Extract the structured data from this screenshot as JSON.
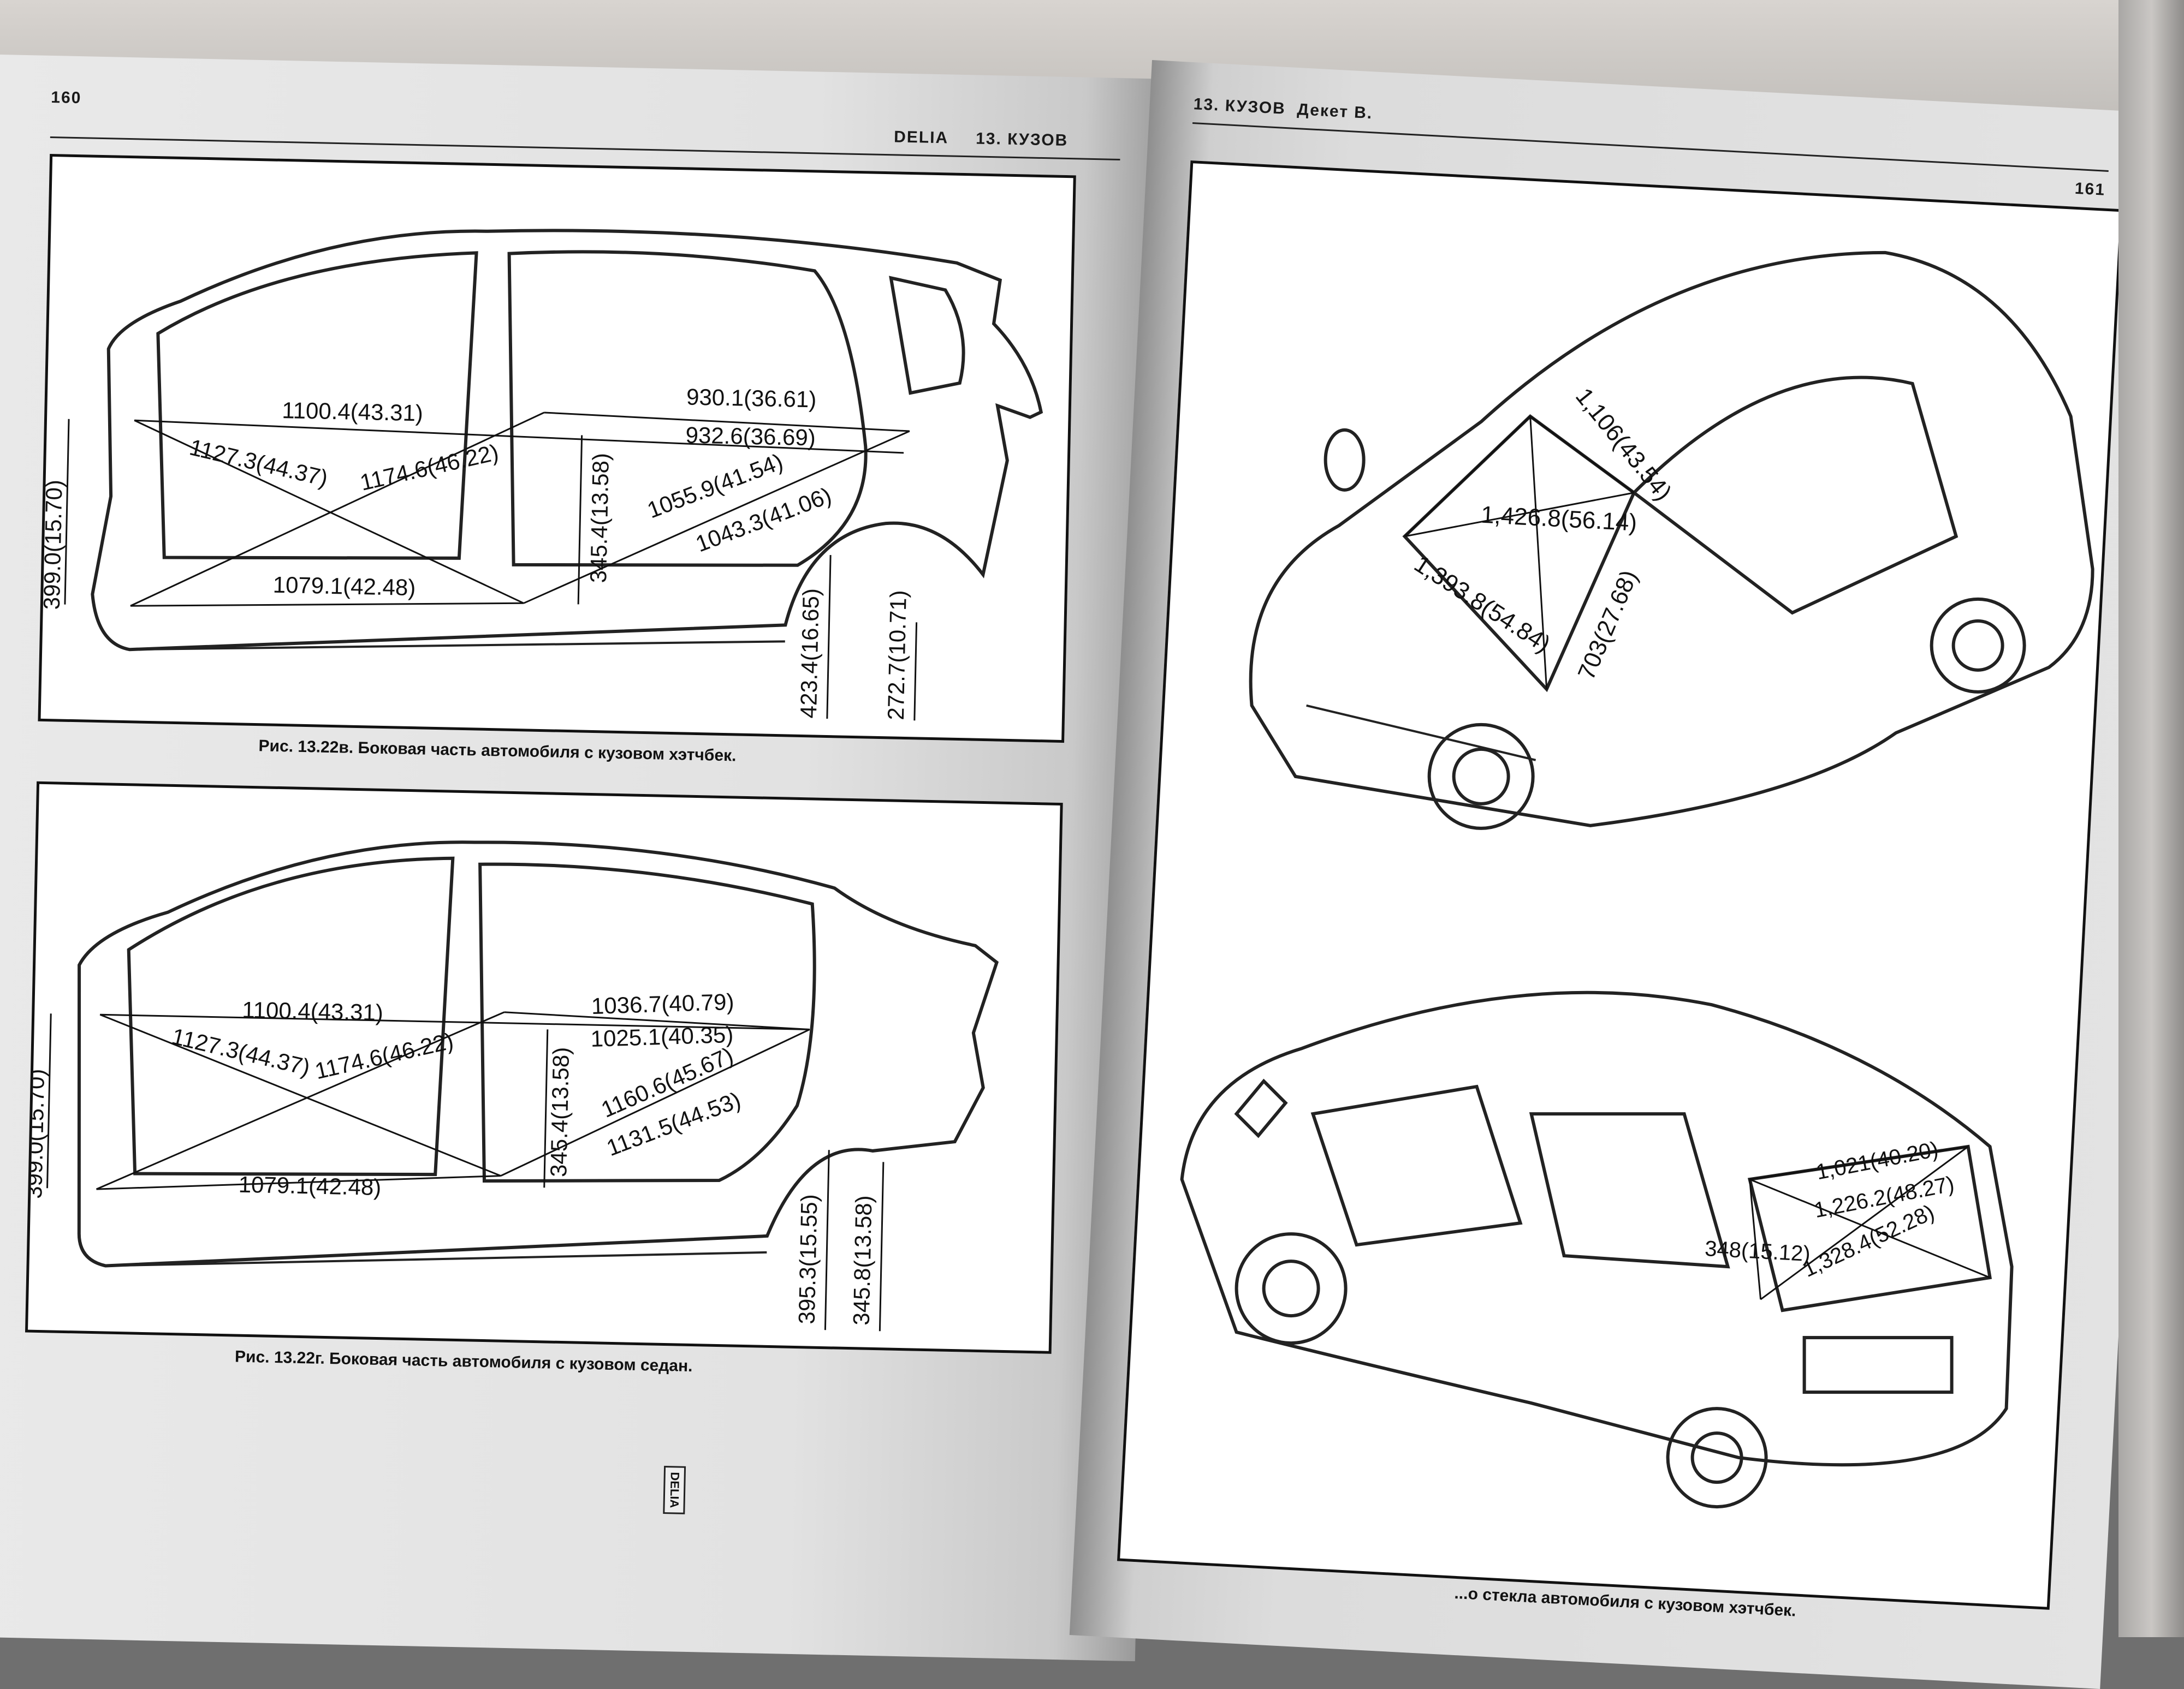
{
  "left_page": {
    "page_number": "160",
    "header_brand": "DELIA",
    "header_chapter": "13. КУЗОВ",
    "tab_label": "DELIA",
    "figure_hatchback": {
      "caption": "Рис. 13.22в. Боковая часть автомобиля с кузовом хэтчбек.",
      "dims": [
        "930.1(36.61)",
        "1100.4(43.31)",
        "932.6(36.69)",
        "1127.3(44.37)",
        "1174.6(46.22)",
        "345.4(13.58)",
        "1055.9(41.54)",
        "1043.3(41.06)",
        "399.0(15.70)",
        "1079.1(42.48)",
        "423.4(16.65)",
        "272.7(10.71)"
      ]
    },
    "figure_sedan": {
      "caption": "Рис. 13.22г. Боковая часть автомобиля с кузовом седан.",
      "dims": [
        "1100.4(43.31)",
        "1036.7(40.79)",
        "1025.1(40.35)",
        "1127.3(44.37)",
        "1174.6(46.22)",
        "345.4(13.58)",
        "1160.6(45.67)",
        "1131.5(44.53)",
        "399.0(15.70)",
        "1079.1(42.48)",
        "395.3(15.55)",
        "345.8(13.58)"
      ]
    }
  },
  "right_page": {
    "page_number": "161",
    "header_chapter": "13. КУЗОВ",
    "header_brand": "Декет В.",
    "figure_front": {
      "dims": [
        "1,106(43.54)",
        "1,426.8(56.14)",
        "1,393.8(54.84)",
        "703(27.68)"
      ]
    },
    "figure_rear": {
      "dims": [
        "1,021(40.20)",
        "1,226.2(48.27)",
        "348(15.12)",
        "1,328.4(52.28)"
      ],
      "caption": "...о стекла автомобиля с кузовом хэтчбек."
    }
  }
}
